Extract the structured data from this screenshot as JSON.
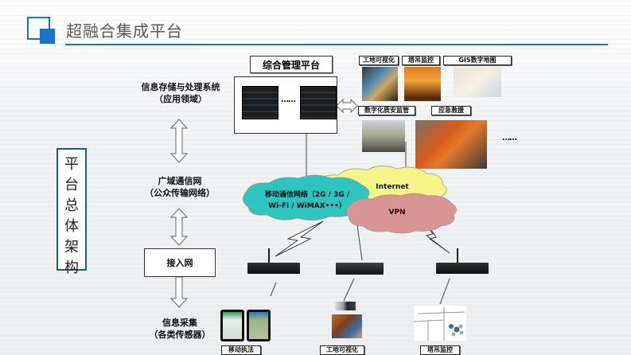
{
  "header": {
    "title": "超融合集成平台",
    "accent_color": "#1a73c8"
  },
  "side_title": {
    "chars": [
      "平",
      "台",
      "总",
      "体",
      "架",
      "构"
    ]
  },
  "layers": {
    "storage": {
      "line1": "信息存储与处理系统",
      "line2": "（应用领域）"
    },
    "wan": {
      "line1": "广域通信网",
      "line2": "（公众传输网络）"
    },
    "access": {
      "label": "接入网"
    },
    "collection": {
      "line1": "信息采集",
      "line2": "（各类传感器）"
    }
  },
  "management": {
    "title": "综合管理平台",
    "ellipsis": "……"
  },
  "applications": {
    "tags": [
      "工地可视化",
      "塔吊监控",
      "GIS数字地图",
      "数字化质安监管",
      "应急救援"
    ],
    "ellipsis": "……"
  },
  "clouds": {
    "mobile": {
      "line1": "移动通信网络（2G / 3G /",
      "line2": "Wi-Fi  / WiMAX•••）"
    },
    "internet": "Internet",
    "vpn": "VPN",
    "colors": {
      "mobile": "#2ec4c0",
      "internet": "#f6f58a",
      "vpn": "#d99494"
    }
  },
  "sensors": {
    "tags": [
      "移动执法",
      "工地可视化",
      "塔吊监控"
    ]
  }
}
